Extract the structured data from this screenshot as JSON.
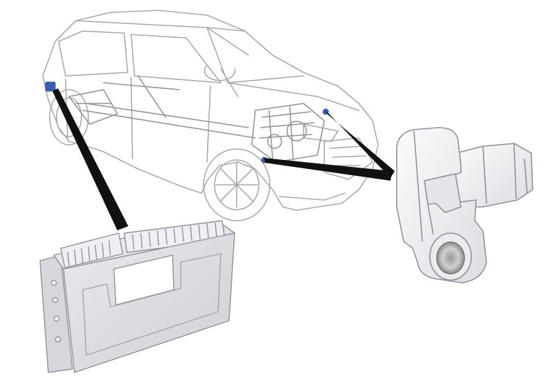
{
  "diagram": {
    "components": [
      {
        "name": "vehicle-cutaway",
        "icon": "suv-xray-icon"
      },
      {
        "name": "control-module",
        "icon": "ecu-box-icon"
      },
      {
        "name": "impact-sensor",
        "icon": "sensor-icon"
      }
    ],
    "marker_color": "#3a5fae",
    "callout_color": "#111111",
    "outline_color": "#9a9ea6",
    "part_fill": "#f1f1f3"
  }
}
